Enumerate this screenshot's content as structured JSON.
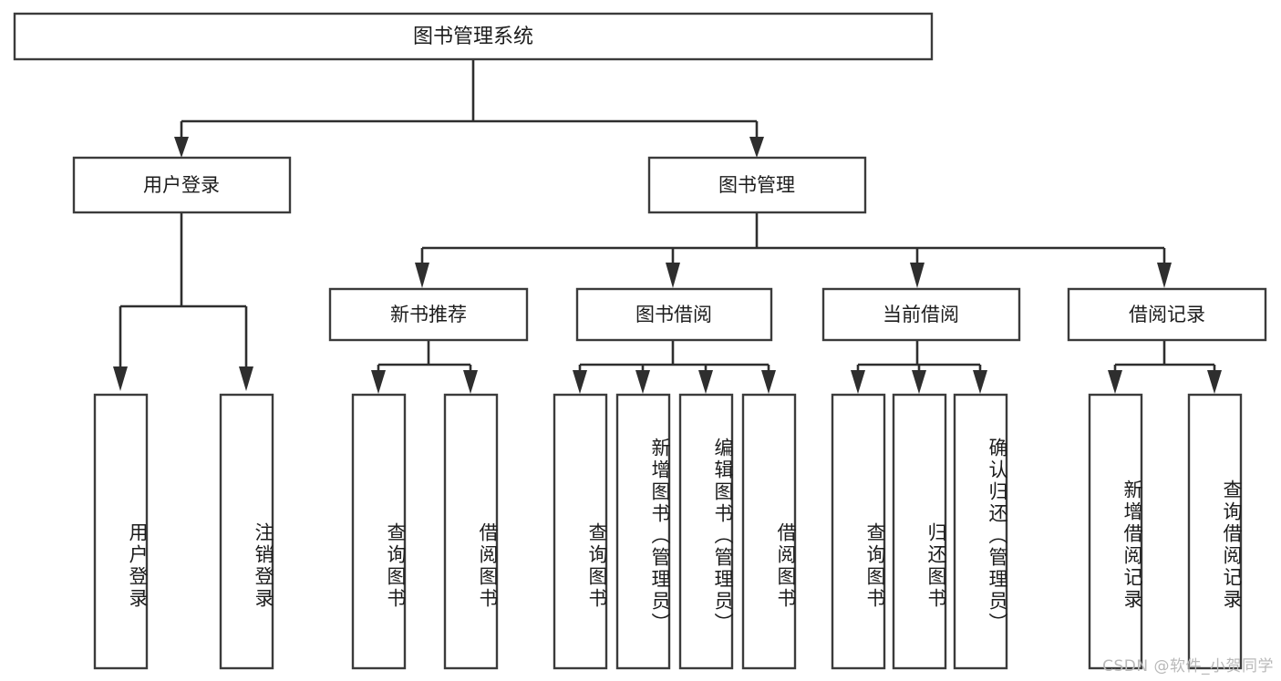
{
  "diagram": {
    "title": "图书管理系统",
    "type": "tree-hierarchy-chart",
    "orientation": "top-down",
    "box_fill": "#ffffff",
    "box_stroke": "#3b3b3b",
    "connector_color": "#2e2e2e",
    "background": "#ffffff"
  },
  "watermark": {
    "text": "CSDN @软件_小贺同学",
    "color": "#b9b9b9"
  },
  "nodes": {
    "root": {
      "label": "图书管理系统"
    },
    "level2": [
      {
        "id": "user-login",
        "label": "用户登录"
      },
      {
        "id": "book-manage",
        "label": "图书管理"
      }
    ],
    "level3": [
      {
        "id": "new-book-recommend",
        "label": "新书推荐"
      },
      {
        "id": "book-borrow",
        "label": "图书借阅"
      },
      {
        "id": "current-borrow",
        "label": "当前借阅"
      },
      {
        "id": "borrow-record",
        "label": "借阅记录"
      }
    ],
    "leaves": {
      "user_login": [
        {
          "id": "leaf-user-login",
          "label": "用户登录"
        },
        {
          "id": "leaf-logout-login",
          "label": "注销登录"
        }
      ],
      "new_book_recommend": [
        {
          "id": "leaf-query-book-1",
          "label": "查询图书"
        },
        {
          "id": "leaf-borrow-book-1",
          "label": "借阅图书"
        }
      ],
      "book_borrow": [
        {
          "id": "leaf-query-book-2",
          "label": "查询图书"
        },
        {
          "id": "leaf-add-book",
          "label": "新增图书（管理员）"
        },
        {
          "id": "leaf-edit-book",
          "label": "编辑图书（管理员）"
        },
        {
          "id": "leaf-borrow-book-2",
          "label": "借阅图书"
        }
      ],
      "current_borrow": [
        {
          "id": "leaf-query-book-3",
          "label": "查询图书"
        },
        {
          "id": "leaf-return-book",
          "label": "归还图书"
        },
        {
          "id": "leaf-confirm-return",
          "label": "确认归还（管理员）"
        }
      ],
      "borrow_record": [
        {
          "id": "leaf-add-record",
          "label": "新增借阅记录"
        },
        {
          "id": "leaf-query-record",
          "label": "查询借阅记录"
        }
      ]
    }
  }
}
